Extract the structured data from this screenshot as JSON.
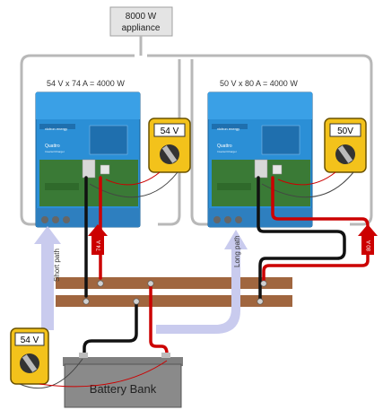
{
  "appliance": {
    "line1": "8000 W",
    "line2": "appliance"
  },
  "inverter_left": {
    "label": "54 V x 74 A = 4000 W",
    "meter": "54 V",
    "brand": "victron energy",
    "model": "Quattro",
    "sub": "Inverter/Charger",
    "current_tag": "74 A"
  },
  "inverter_right": {
    "label": "50 V x 80 A = 4000 W",
    "meter": "50V",
    "brand": "victron energy",
    "model": "Quattro",
    "sub": "Inverter/Charger",
    "current_tag": "80 A"
  },
  "battery": {
    "label": "Battery Bank",
    "meter": "54 V"
  },
  "paths": {
    "short": "Short path",
    "long": "Long path"
  },
  "colors": {
    "inverter_blue": "#2b8fd6",
    "busbar": "#a0663f",
    "pos_cable": "#cc0000",
    "neg_cable": "#111111",
    "meter_yellow": "#f3c21b",
    "path_arrow": "#c9cbee",
    "enclosure_line": "#b8b8b8"
  }
}
